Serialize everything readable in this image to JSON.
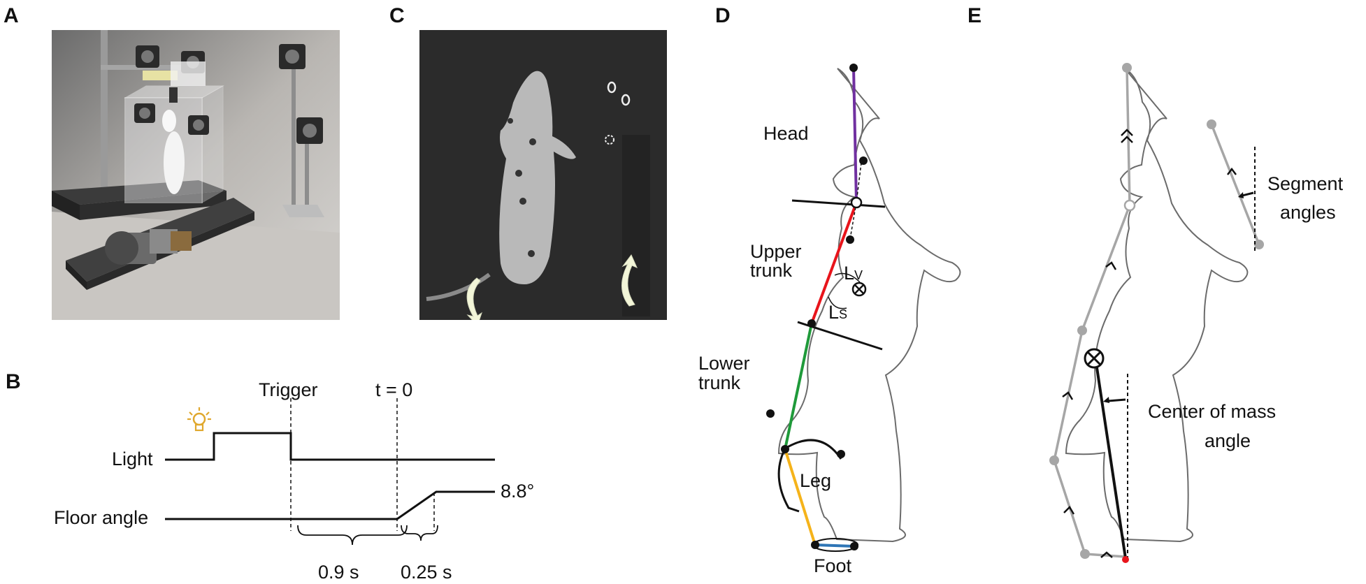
{
  "panels": {
    "a": {
      "letter": "A"
    },
    "b": {
      "letter": "B",
      "trigger_label": "Trigger",
      "t0_label": "t = 0",
      "light_label": "Light",
      "floor_label": "Floor angle",
      "angle_value": "8.8°",
      "delay_label": "0.9 s",
      "tilt_duration_label": "0.25 s"
    },
    "c": {
      "letter": "C"
    },
    "d": {
      "letter": "D",
      "head_label": "Head",
      "upper_trunk_label_1": "Upper",
      "upper_trunk_label_2": "trunk",
      "lower_trunk_label_1": "Lower",
      "lower_trunk_label_2": "trunk",
      "leg_label": "Leg",
      "foot_label": "Foot",
      "lv_main": "L",
      "lv_sub": "V",
      "ls_main": "L",
      "ls_sub": "S"
    },
    "e": {
      "letter": "E",
      "segment_angles_1": "Segment",
      "segment_angles_2": "angles",
      "com_angle_1": "Center of mass",
      "com_angle_2": "angle"
    }
  },
  "colors": {
    "head_segment": "#7030a0",
    "upper_trunk_segment": "#e8141b",
    "lower_trunk_segment": "#1f9a3a",
    "leg_segment": "#f5b31a",
    "foot_segment": "#2e75b6",
    "light_icon": "#e0a82e",
    "gray_segments": "#a6a6a6",
    "com_point": "#e8141b"
  },
  "icons": [
    "lightbulb-icon",
    "rotation-arrow-icon",
    "center-of-mass-icon"
  ]
}
